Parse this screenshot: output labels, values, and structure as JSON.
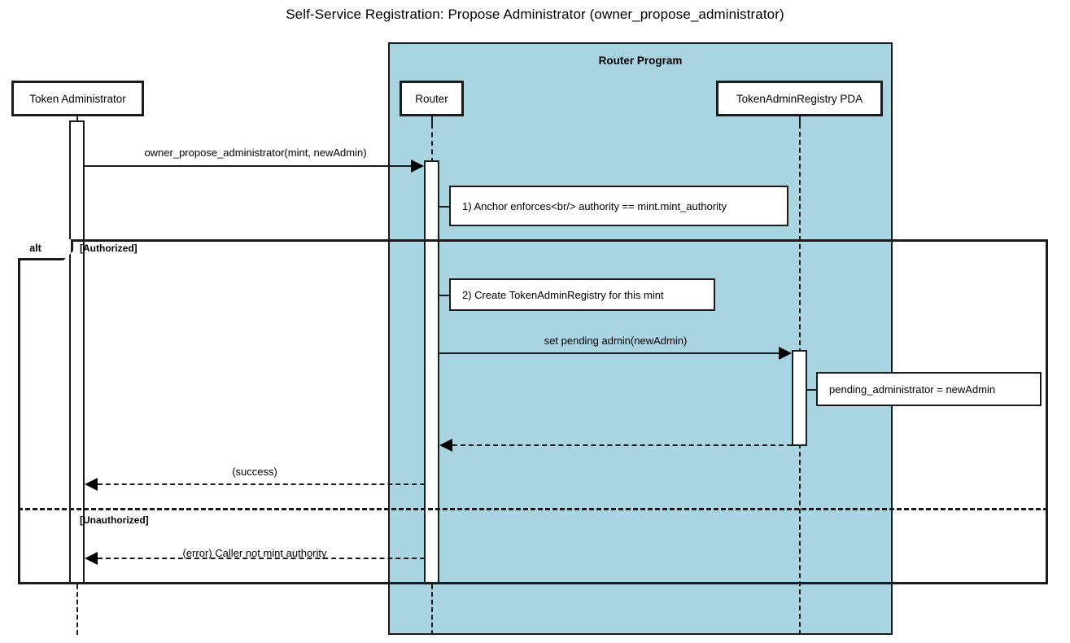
{
  "title": "Self-Service Registration: Propose Administrator (owner_propose_administrator)",
  "group": {
    "label": "Router Program",
    "fill_color": "#a9d5e2",
    "border_color": "#1b1b1b"
  },
  "participants": [
    {
      "id": "tokenadmin",
      "label": "Token Administrator"
    },
    {
      "id": "router",
      "label": "Router"
    },
    {
      "id": "pda",
      "label": "TokenAdminRegistry PDA"
    }
  ],
  "messages": [
    {
      "id": "m1",
      "label": "owner_propose_administrator(mint, newAdmin)",
      "from": "tokenadmin",
      "to": "router",
      "style": "solid",
      "direction": "right"
    },
    {
      "id": "m2",
      "label": "set pending admin(newAdmin)",
      "from": "router",
      "to": "pda",
      "style": "solid",
      "direction": "right"
    },
    {
      "id": "m3",
      "label": "",
      "from": "pda",
      "to": "router",
      "style": "dashed",
      "direction": "left"
    },
    {
      "id": "m4",
      "label": "(success)",
      "from": "router",
      "to": "tokenadmin",
      "style": "dashed",
      "direction": "left"
    },
    {
      "id": "m5",
      "label": "(error) Caller not mint authority",
      "from": "router",
      "to": "tokenadmin",
      "style": "dashed",
      "direction": "left"
    }
  ],
  "notes": [
    {
      "id": "note1",
      "text": "1) Anchor enforces<br/> authority == mint.mint_authority",
      "attached_to": "router"
    },
    {
      "id": "note2",
      "text": "2) Create TokenAdminRegistry for this mint",
      "attached_to": "router"
    },
    {
      "id": "note3",
      "text": "pending_administrator = newAdmin",
      "attached_to": "pda"
    }
  ],
  "fragment": {
    "operator": "alt",
    "conditions": [
      {
        "id": "cond1",
        "label": "[Authorized]"
      },
      {
        "id": "cond2",
        "label": "[Unauthorized]"
      }
    ]
  }
}
